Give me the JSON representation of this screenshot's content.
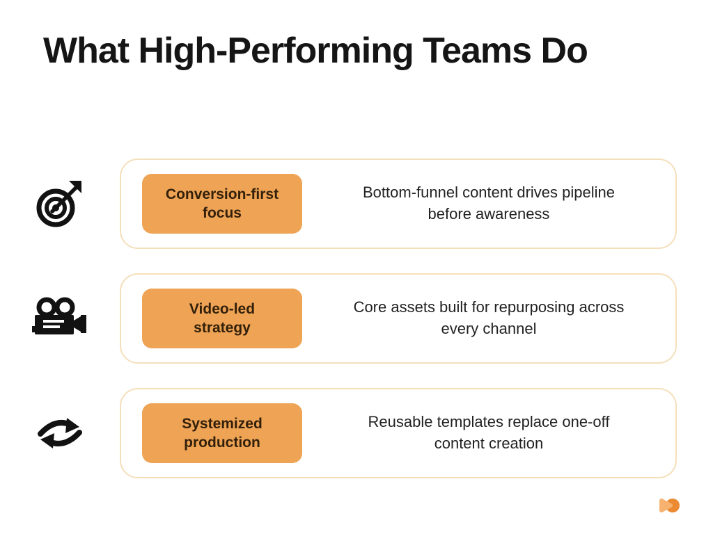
{
  "title": "What High-Performing Teams Do",
  "colors": {
    "background": "#FFFFFF",
    "title_color": "#151515",
    "badge_bg": "#EEA355",
    "badge_text": "#33200A",
    "card_border": "#F5DFBB",
    "desc_text": "#222222",
    "icon_color": "#121212",
    "logo_light": "#F6B26E",
    "logo_dark": "#EB8A32"
  },
  "rows": [
    {
      "icon": "target-arrow-icon",
      "label": "Conversion-first\nfocus",
      "description": "Bottom-funnel content drives pipeline\nbefore awareness"
    },
    {
      "icon": "movie-camera-icon",
      "label": "Video-led\nstrategy",
      "description": "Core assets built for repurposing across\nevery channel"
    },
    {
      "icon": "repeat-arrows-icon",
      "label": "Systemized\nproduction",
      "description": "Reusable templates replace one-off\ncontent creation"
    }
  ],
  "footer": {
    "logo": "brand-logo"
  }
}
